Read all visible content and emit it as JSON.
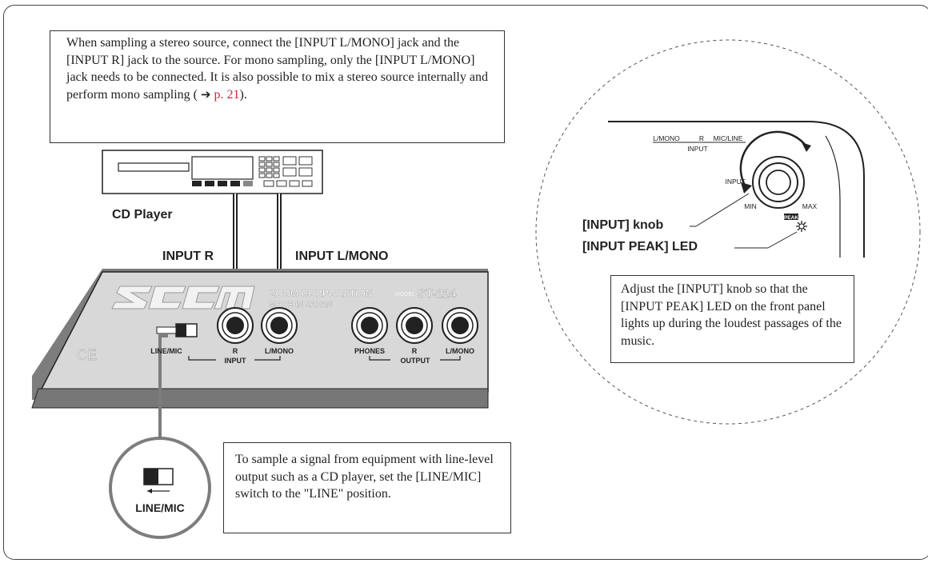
{
  "intro_text": {
    "before_ref": "When sampling a stereo source, connect the [INPUT L/MONO] jack and the [INPUT R] jack to the source. For mono sampling, only the [INPUT L/MONO] jack needs to be connected. It is also possible to mix a stereo source internally and perform mono sampling ( ",
    "arrow": "➔",
    "ref": "p. 21",
    "after_ref": ")."
  },
  "cd_player_label": "CD Player",
  "input_r_label": "INPUT R",
  "input_lmono_label": "INPUT L/MONO",
  "panel": {
    "brand": "ZOOM CORPORATION",
    "model_prefix": "MODEL",
    "model": "ST-224",
    "made_in": "MADE IN JAPAN",
    "ce": "CE",
    "jack_labels": [
      "LINE/MIC",
      "R",
      "L/MONO",
      "PHONES",
      "R",
      "L/MONO"
    ],
    "input_group": "INPUT",
    "output_group": "OUTPUT"
  },
  "zoom_switch_label": "LINE/MIC",
  "switch_text": "To sample a signal from equipment with line-level output such as a CD player, set the [LINE/MIC] switch to the \"LINE\" position.",
  "knob_detail": {
    "top_labels": [
      "L/MONO",
      "R",
      "MIC/LINE"
    ],
    "top_group": "INPUT",
    "knob_name": "INPUT",
    "min": "MIN",
    "max": "MAX",
    "peak": "PEAK"
  },
  "knob_label": "[INPUT] knob",
  "led_label": "[INPUT PEAK] LED",
  "adjust_text": "Adjust the [INPUT] knob so that the [INPUT PEAK] LED on the front panel lights up during the loudest passages of the music.",
  "colors": {
    "panel_fill": "#d8d8d8",
    "panel_dark": "#7d7d7d",
    "accent": "#d7263d",
    "ink": "#222222"
  }
}
